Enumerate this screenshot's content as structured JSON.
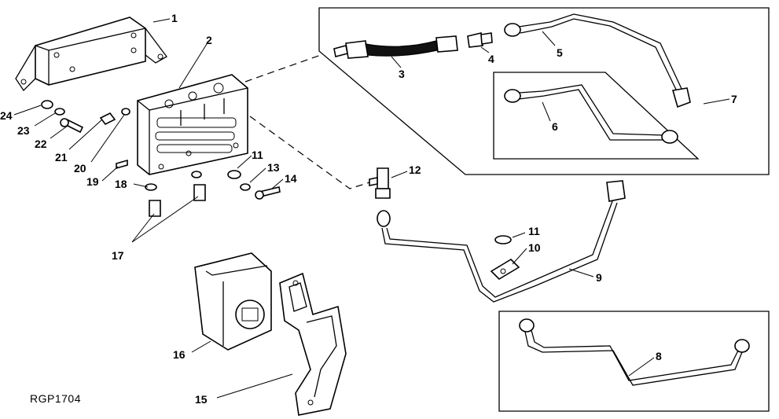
{
  "figure_code": "RGP1704",
  "callouts": [
    "1",
    "2",
    "3",
    "4",
    "5",
    "6",
    "7",
    "8",
    "9",
    "10",
    "11",
    "12",
    "13",
    "14",
    "15",
    "16",
    "17",
    "18",
    "19",
    "20",
    "21",
    "22",
    "23",
    "24"
  ],
  "callout_11b": "11"
}
